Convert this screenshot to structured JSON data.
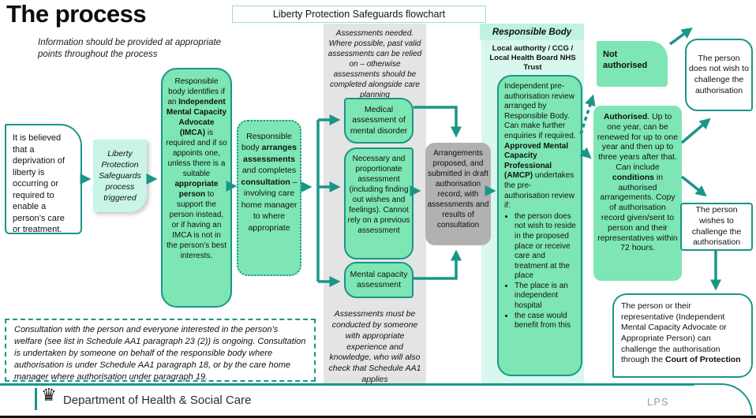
{
  "colors": {
    "accent": "#1a9687",
    "green": "#7de6b4",
    "cyan": "#c8f5e8",
    "column_cyan": "#d8f7ee",
    "header_cyan": "#bff2e3",
    "gray_column": "#e4e4e4",
    "gray_box": "#b1b1b1",
    "border_light": "#9edbd0"
  },
  "header": {
    "title": "The process",
    "flowchart_label": "Liberty Protection Safeguards flowchart",
    "info_note": "Information should be provided at appropriate points throughout the process"
  },
  "flow": {
    "believed": "It is believed that a deprivation of liberty is occurring or required to enable a person’s care or treatment.",
    "triggered": "Liberty Protection Safeguards process triggered",
    "identifies": {
      "p1": "Responsible body identifies if an ",
      "b1": "Independent Mental Capacity Advocate (IMCA)",
      "p2": " is required and if so appoints one, unless there is a suitable ",
      "b2": "appropriate person",
      "p3": " to support the person instead, or if having an IMCA is not in the person’s best interests."
    },
    "arranges": {
      "p1": "Responsible body ",
      "b1": "arranges assessments",
      "p2": " and completes ",
      "b2": "consultation",
      "p3": " – involving care home manager to where appropriate"
    },
    "arrangements": "Arrangements proposed, and submitted in draft authorisation record, with assessments and results of consultation",
    "not_authorised": "Not authorised",
    "authorised": {
      "b1": "Authorised",
      "p1": ". Up to one year, can be renewed for up to one year and then up to three years after that. Can include ",
      "b2": "conditions",
      "p2": " in authorised arrangements. Copy of authorisation record given/sent to person and their representatives within 72 hours."
    },
    "no_wish": "The person does not wish to challenge the authorisation",
    "wish": "The person wishes to challenge the authorisation",
    "court": {
      "p1": "The person or their representative (Independent Mental Capacity Advocate or Appropriate Person) can challenge the authorisation through the ",
      "b1": "Court of Protection"
    }
  },
  "assessments_column": {
    "header": "Assessments needed. Where possible, past valid assessments can be relied on – otherwise assessments should be completed alongside care planning",
    "medical": "Medical assessment of mental disorder",
    "necessary": "Necessary and proportionate assessment (including finding out wishes and feelings). Cannot rely on a previous assessment",
    "capacity": "Mental capacity assessment",
    "footer": "Assessments must be conducted by someone with appropriate experience and knowledge, who will also check that Schedule AA1 applies"
  },
  "responsible_body": {
    "header": "Responsible Body",
    "subheader": "Local authority / CCG / Local Health Board NHS Trust",
    "preauth": {
      "p1": "Independent pre-authorisation review arranged by Responsible Body. Can make further enquiries if required. ",
      "b1": "Approved Mental Capacity Professional (AMCP)",
      "p2": " undertakes the pre-authorisation review if:",
      "bullets": [
        "the person does not wish to reside in the proposed place or receive care and treatment at the place",
        "The place is an independent hospital",
        "the case would benefit from this"
      ]
    }
  },
  "consultation_note": "Consultation with the person and everyone interested in the person’s welfare (see list in Schedule AA1 paragraph 23 (2)) is ongoing. Consultation is undertaken by someone on behalf of the responsible body where authorisation is under Schedule AA1 paragraph 18, or by the care home manager where authorisation under paragraph 19.",
  "footer": {
    "crown_icon": "♛",
    "department": "Department of Health & Social Care",
    "lps": "LPS"
  }
}
